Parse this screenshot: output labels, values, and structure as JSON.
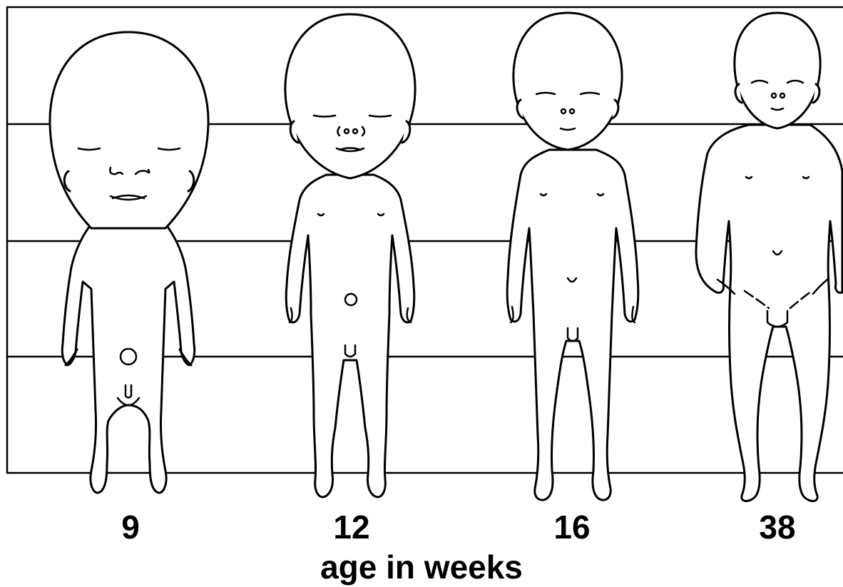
{
  "diagram": {
    "ages": [
      {
        "label": "9"
      },
      {
        "label": "12"
      },
      {
        "label": "16"
      },
      {
        "label": "38"
      }
    ],
    "axis_label": "age in weeks",
    "colors": {
      "line": "#000000",
      "fill": "#ffffff",
      "background": "#ffffff"
    }
  }
}
